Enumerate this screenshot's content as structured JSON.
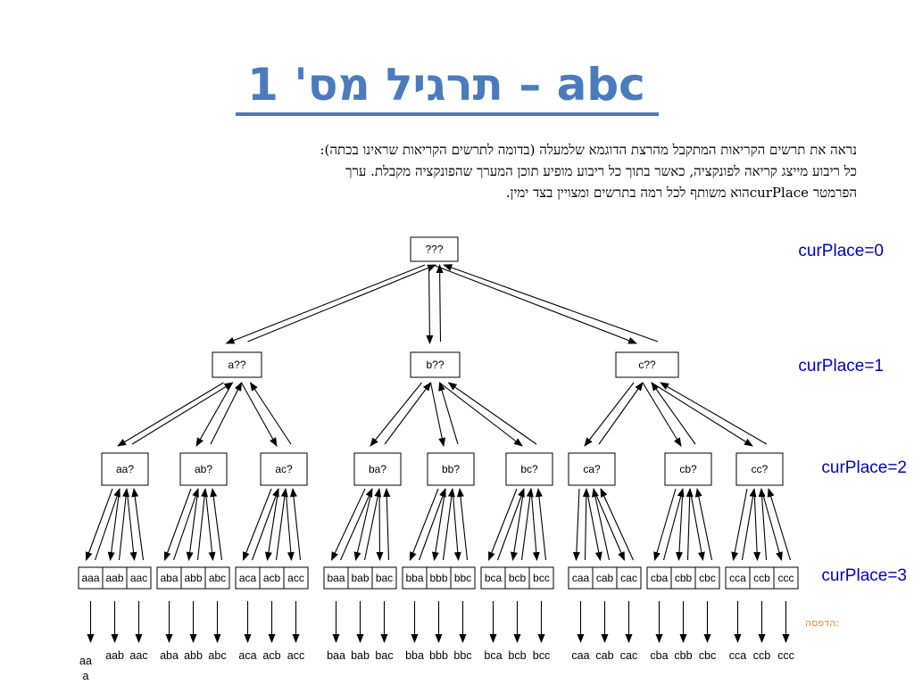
{
  "slide": {
    "title": "תרגיל מס' 1 – abc",
    "description": [
      "נראה את תרשים הקריאות המתקבל מהרצת הדוגמא שלמעלה (בדומה לתרשים הקריאות שראינו בכתה):",
      "כל ריבוע מייצג קריאה לפונקציה, כאשר בתוך כל ריבוע מופיע תוכן המערך שהפונקציה מקבלת. ערך",
      "הפרמטר  curPlaceהוא משותף לכל רמה בתרשים ומצויין בצד ימין."
    ]
  },
  "tree": {
    "root": "???",
    "level1": [
      "a??",
      "b??",
      "c??"
    ],
    "level2": [
      "aa?",
      "ab?",
      "ac?",
      "ba?",
      "bb?",
      "bc?",
      "ca?",
      "cb?",
      "cc?"
    ],
    "leaves": [
      "aaa",
      "aab",
      "aac",
      "aba",
      "abb",
      "abc",
      "aca",
      "acb",
      "acc",
      "baa",
      "bab",
      "bac",
      "bba",
      "bbb",
      "bbc",
      "bca",
      "bcb",
      "bcc",
      "caa",
      "cab",
      "cac",
      "cba",
      "cbb",
      "cbc",
      "cca",
      "ccb",
      "ccc"
    ],
    "level_labels": [
      "curPlace=0",
      "curPlace=1",
      "curPlace=2",
      "curPlace=3"
    ],
    "print_label": "הדפסה:",
    "print_first_line": "aa",
    "print_first_line2": "a",
    "printed_output": [
      "aab",
      "aac",
      "aba",
      "abb",
      "abc",
      "aca",
      "acb",
      "acc",
      "baa",
      "bab",
      "bac",
      "bba",
      "bbb",
      "bbc",
      "bca",
      "bcb",
      "bcc",
      "caa",
      "cab",
      "cac",
      "cba",
      "cbb",
      "cbc",
      "cca",
      "ccb",
      "ccc"
    ]
  }
}
